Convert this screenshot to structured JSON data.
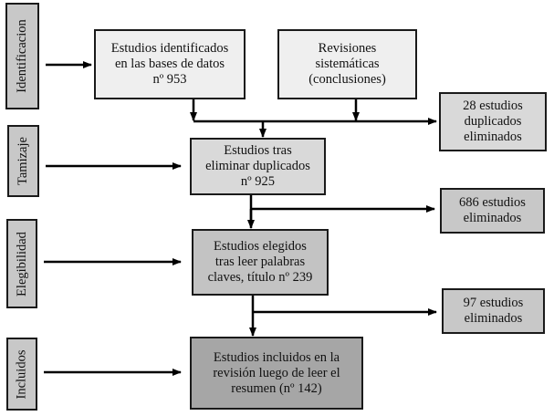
{
  "colors": {
    "side_labels": "#c8c8c8",
    "light_box": "#efefef",
    "mid_box": "#d9d9d9",
    "dark_box": "#a6a6a6",
    "line": "#000000"
  },
  "stages": {
    "identificacion": "Identificacion",
    "tamizaje": "Tamizaje",
    "elegibilidad": "Elegibilidad",
    "incluidos": "Incluidos"
  },
  "boxes": {
    "identified": "Estudios identificados\nen las bases de datos\nnº 953",
    "reviews": "Revisiones\nsistemáticas\n(conclusiones)",
    "duplicates_removed": "28 estudios\nduplicados\neliminados",
    "after_dedup": "Estudios tras\neliminar duplicados\nnº 925",
    "excluded_686": "686 estudios\neliminados",
    "eligible": "Estudios elegidos\ntras leer palabras\nclaves, título nº 239",
    "excluded_97": "97 estudios\neliminados",
    "included": "Estudios incluidos en la\nrevisión luego de leer el\nresumen (nº 142)"
  }
}
